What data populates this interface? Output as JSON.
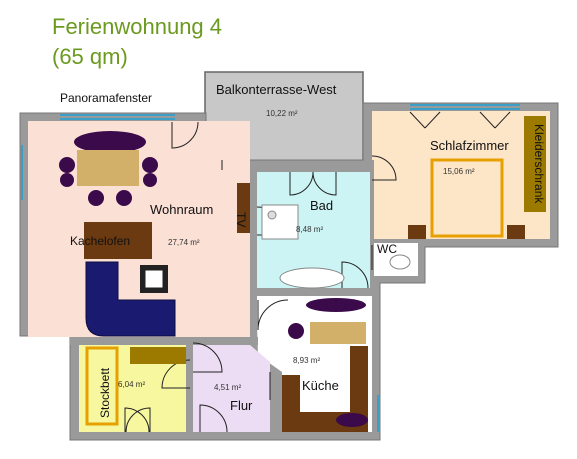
{
  "title": "Ferienwohnung 4",
  "subtitle": "(65 qm)",
  "labels": {
    "panorama": "Panoramafenster",
    "tv": "TV",
    "kachelofen": "Kachelofen",
    "stockbett": "Stockbett",
    "kleiderschrank": "Kleiderschrank"
  },
  "rooms": [
    {
      "id": "balkon",
      "name": "Balkonterrasse-West",
      "area": "10,22 m²",
      "fill": "#c8c8c8"
    },
    {
      "id": "wohnraum",
      "name": "Wohnraum",
      "area": "27,74 m²",
      "fill": "#fbe0d6"
    },
    {
      "id": "bad",
      "name": "Bad",
      "area": "8,48 m²",
      "fill": "#cdf4f4"
    },
    {
      "id": "schlafzimmer",
      "name": "Schlafzimmer",
      "area": "15,06 m²",
      "fill": "#fde5c8"
    },
    {
      "id": "wc",
      "name": "WC",
      "area": "",
      "fill": "#ffffff"
    },
    {
      "id": "kueche",
      "name": "Küche",
      "area": "8,93 m²",
      "fill": "#ffffff"
    },
    {
      "id": "kinderzimmer",
      "name": "",
      "area": "6,04 m²",
      "fill": "#f7f7a0"
    },
    {
      "id": "flur",
      "name": "Flur",
      "area": "4,51 m²",
      "fill": "#ecdcf4"
    }
  ],
  "colors": {
    "wall": "#888888",
    "furniture_brown": "#6b3a10",
    "furniture_olive": "#9c7a00",
    "sofa": "#1a1a70",
    "table": "#d2b06a",
    "chair": "#3a0a4a",
    "window": "#3aa0c8"
  }
}
